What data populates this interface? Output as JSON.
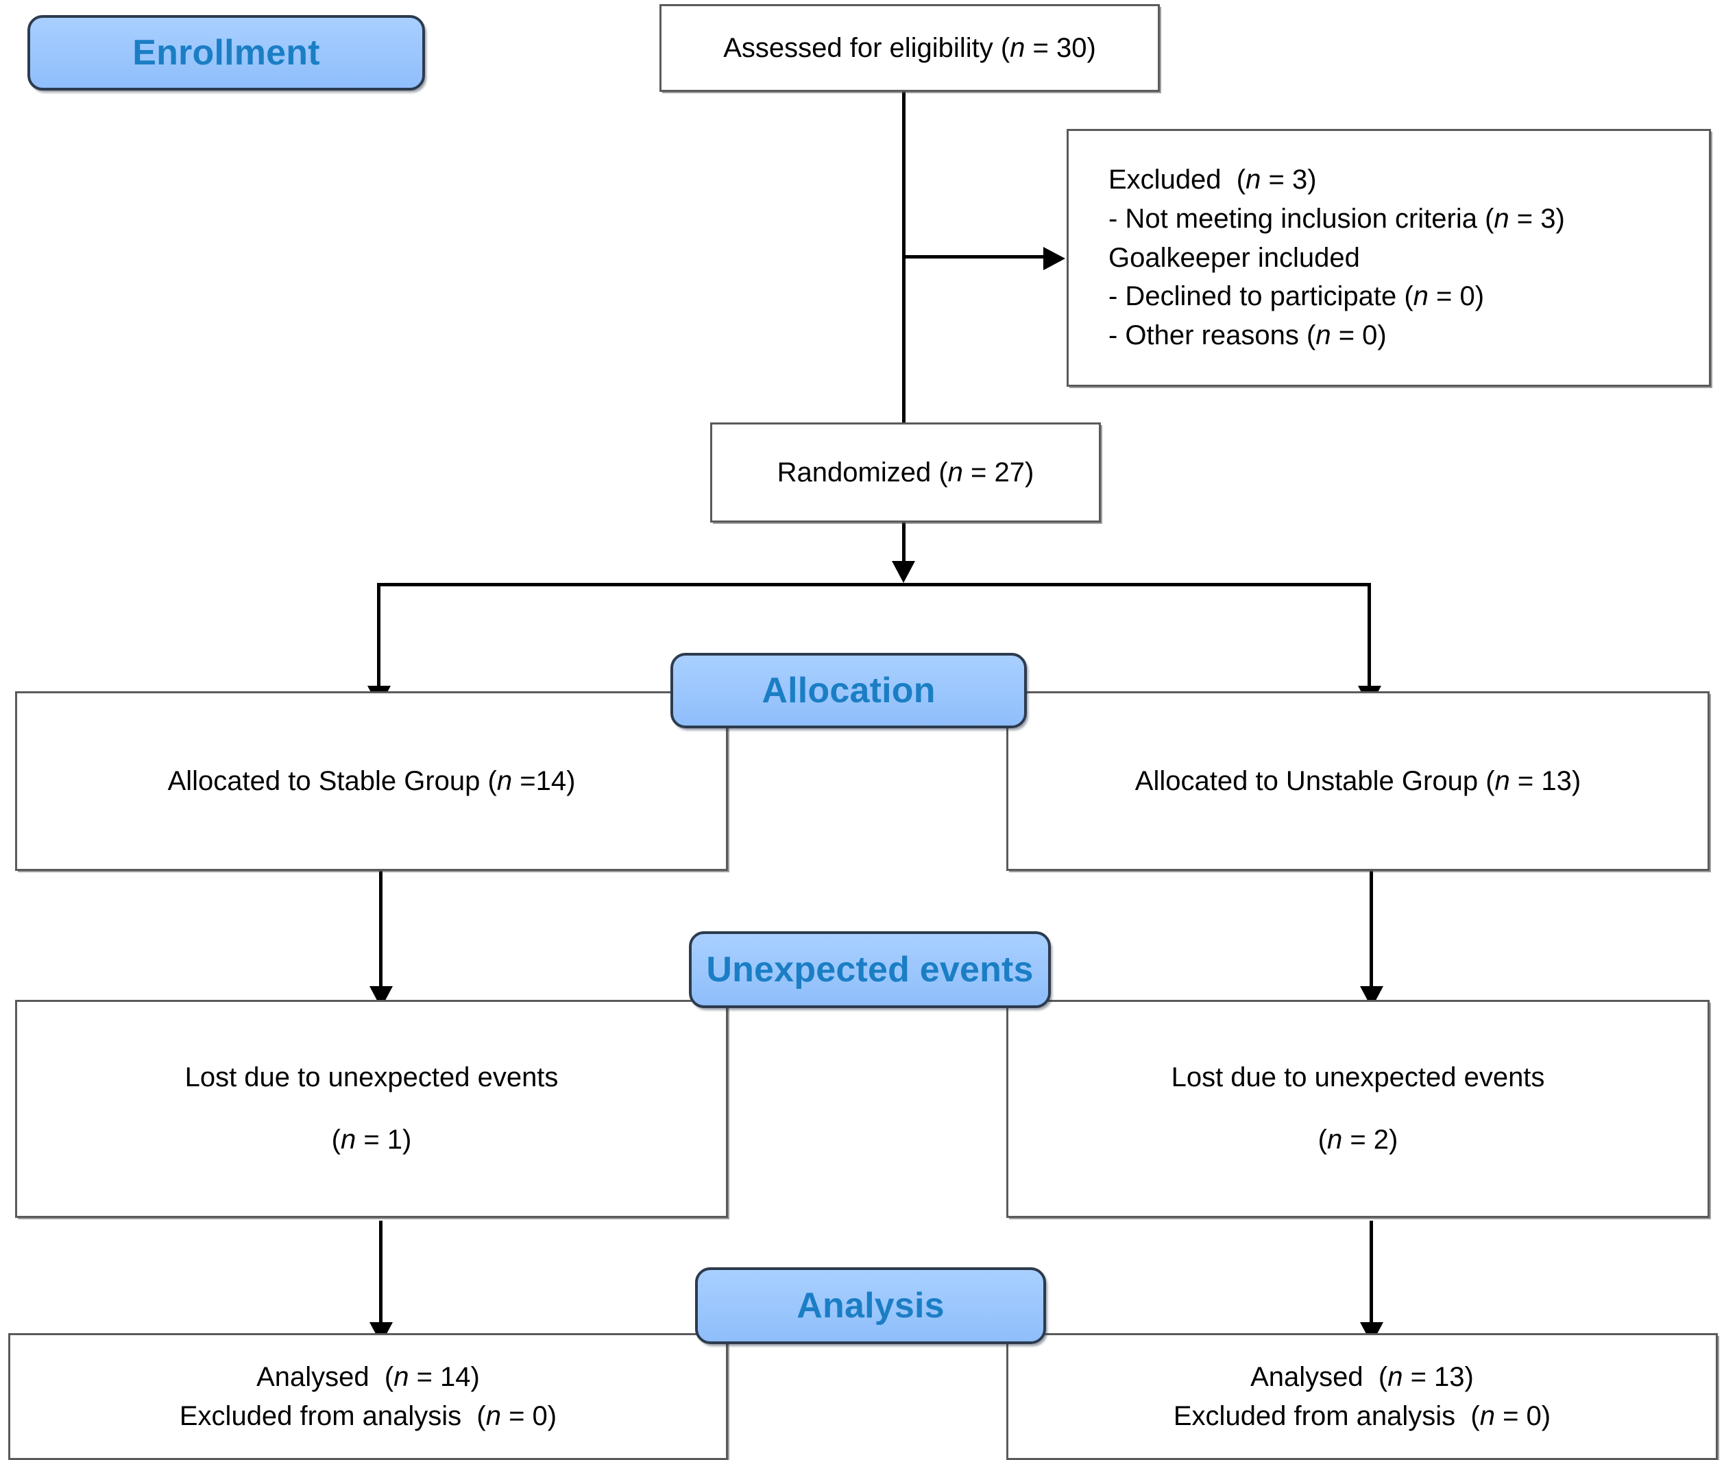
{
  "diagram": {
    "title": "CONSORT participant flow diagram",
    "colors": {
      "badge_fill": "#9fc9fd",
      "badge_text": "#1b7ec4",
      "badge_border": "#2d3b4e",
      "box_border": "#5a5a5a",
      "box_text": "#000000",
      "connector": "#000000",
      "background": "#ffffff"
    }
  },
  "stages": {
    "enrollment": "Enrollment",
    "allocation": "Allocation",
    "unexpected_events": "Unexpected events",
    "analysis": "Analysis"
  },
  "nodes": {
    "assessed": {
      "lines": [
        "Assessed for eligibility (n = 30)"
      ],
      "n": 30
    },
    "excluded": {
      "lines": [
        "Excluded  (n = 3)",
        "- Not meeting inclusion criteria (n = 3)",
        "Goalkeeper included",
        "- Declined to participate (n = 0)",
        "- Other reasons (n = 0)"
      ],
      "n": 3,
      "not_meeting_criteria": 3,
      "declined": 0,
      "other_reasons": 0
    },
    "randomized": {
      "lines": [
        "Randomized (n = 27)"
      ],
      "n": 27
    },
    "allocated_stable": {
      "lines": [
        "Allocated to Stable Group (n =14)"
      ],
      "n": 14
    },
    "allocated_unstable": {
      "lines": [
        "Allocated to Unstable Group (n = 13)"
      ],
      "n": 13
    },
    "lost_stable": {
      "lines": [
        "Lost due to unexpected events",
        "(n = 1)"
      ],
      "n": 1
    },
    "lost_unstable": {
      "lines": [
        "Lost due to unexpected events",
        "(n = 2)"
      ],
      "n": 2
    },
    "analysed_stable": {
      "lines": [
        "Analysed  (n = 14)",
        "Excluded from analysis  (n = 0)"
      ],
      "analysed": 14,
      "excluded": 0
    },
    "analysed_unstable": {
      "lines": [
        "Analysed  (n = 13)",
        "Excluded from analysis  (n = 0)"
      ],
      "analysed": 13,
      "excluded": 0
    }
  }
}
